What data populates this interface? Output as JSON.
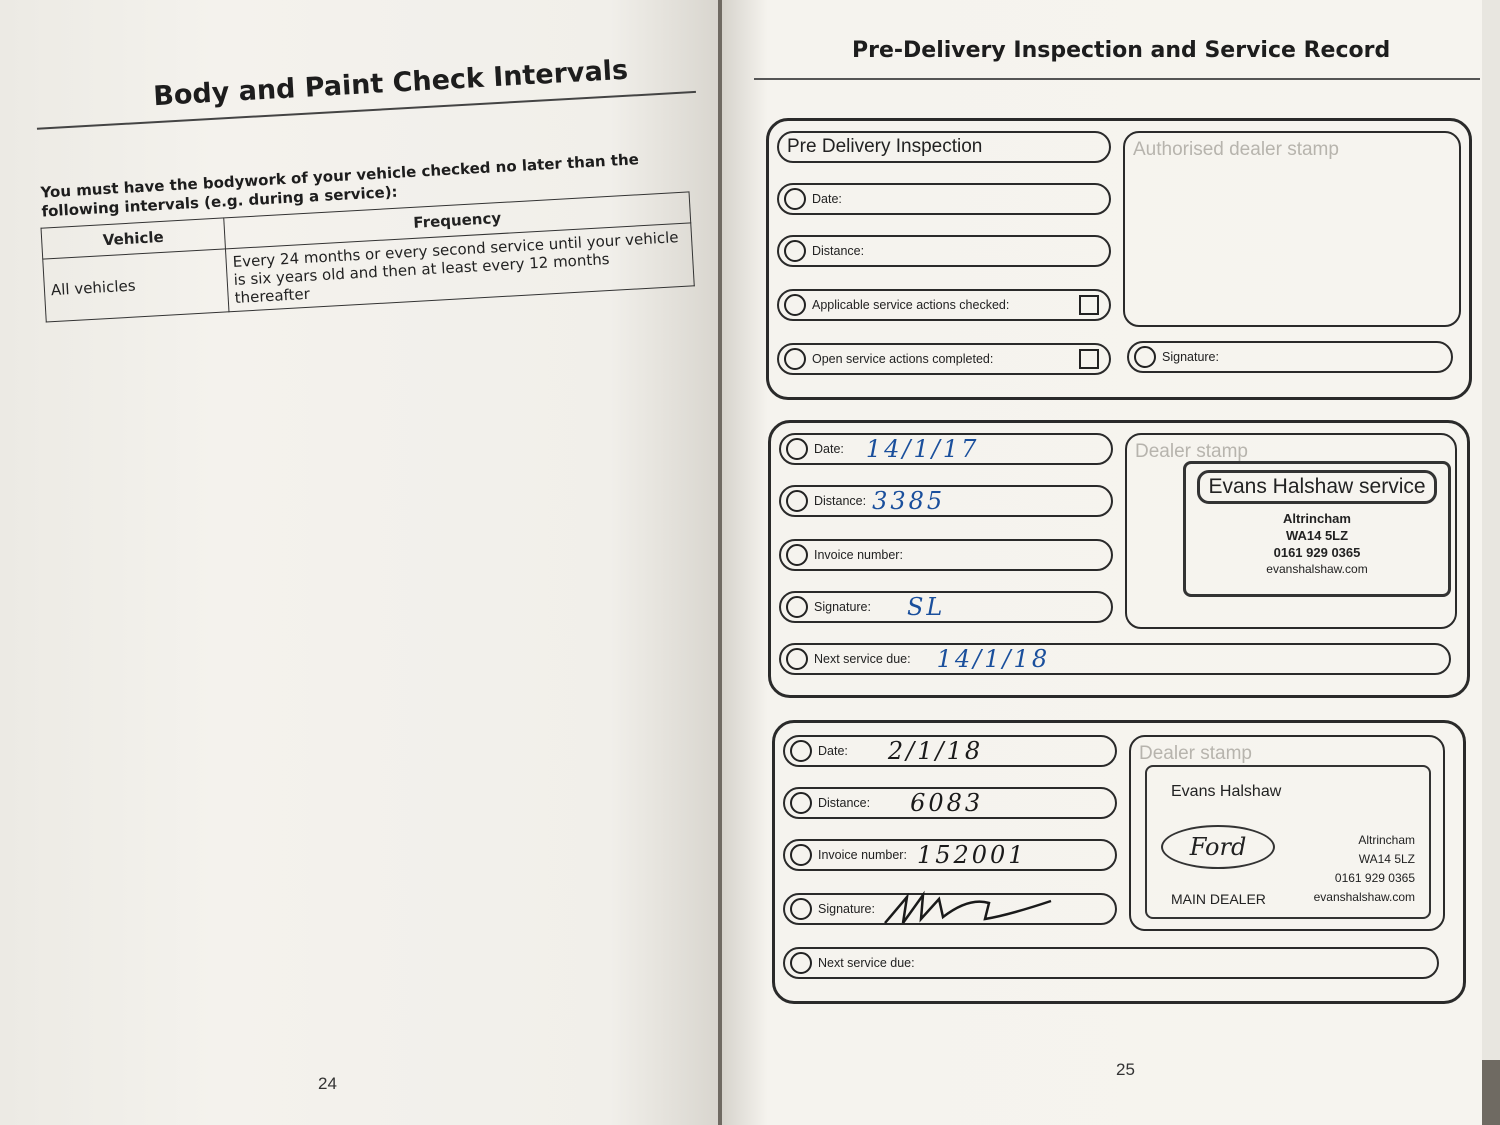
{
  "left_page": {
    "title": "Body and Paint Check Intervals",
    "intro": "You must have the bodywork of your vehicle checked no later than the following intervals (e.g. during a service):",
    "table": {
      "headers": [
        "Vehicle",
        "Frequency"
      ],
      "rows": [
        [
          "All vehicles",
          "Every 24 months or every second service until your vehicle is six years old and then at least every 12 months thereafter"
        ]
      ]
    },
    "page_number": "24"
  },
  "right_page": {
    "title": "Pre-Delivery Inspection and Service Record",
    "page_number": "25",
    "pdi": {
      "title": "Pre Delivery Inspection",
      "date_label": "Date:",
      "distance_label": "Distance:",
      "actions_checked_label": "Applicable service actions checked:",
      "actions_completed_label": "Open service actions completed:",
      "stamp_label": "Authorised dealer stamp",
      "signature_label": "Signature:"
    },
    "service1": {
      "date_label": "Date:",
      "date_value": "14/1/17",
      "distance_label": "Distance:",
      "distance_value": "3385",
      "invoice_label": "Invoice number:",
      "signature_label": "Signature:",
      "signature_value": "SL",
      "next_label": "Next service due:",
      "next_value": "14/1/18",
      "stamp_label": "Dealer stamp",
      "stamp": {
        "name": "Evans Halshaw service",
        "town": "Altrincham",
        "postcode": "WA14 5LZ",
        "phone": "0161 929 0365",
        "web": "evanshalshaw.com"
      }
    },
    "service2": {
      "date_label": "Date:",
      "date_value": "2/1/18",
      "distance_label": "Distance:",
      "distance_value": "6083",
      "invoice_label": "Invoice number:",
      "invoice_value": "152001",
      "signature_label": "Signature:",
      "next_label": "Next service due:",
      "stamp_label": "Dealer stamp",
      "stamp": {
        "name": "Evans Halshaw",
        "logo": "Ford",
        "dealer": "MAIN DEALER",
        "town": "Altrincham",
        "postcode": "WA14 5LZ",
        "phone": "0161 929 0365",
        "web": "evanshalshaw.com"
      }
    }
  }
}
